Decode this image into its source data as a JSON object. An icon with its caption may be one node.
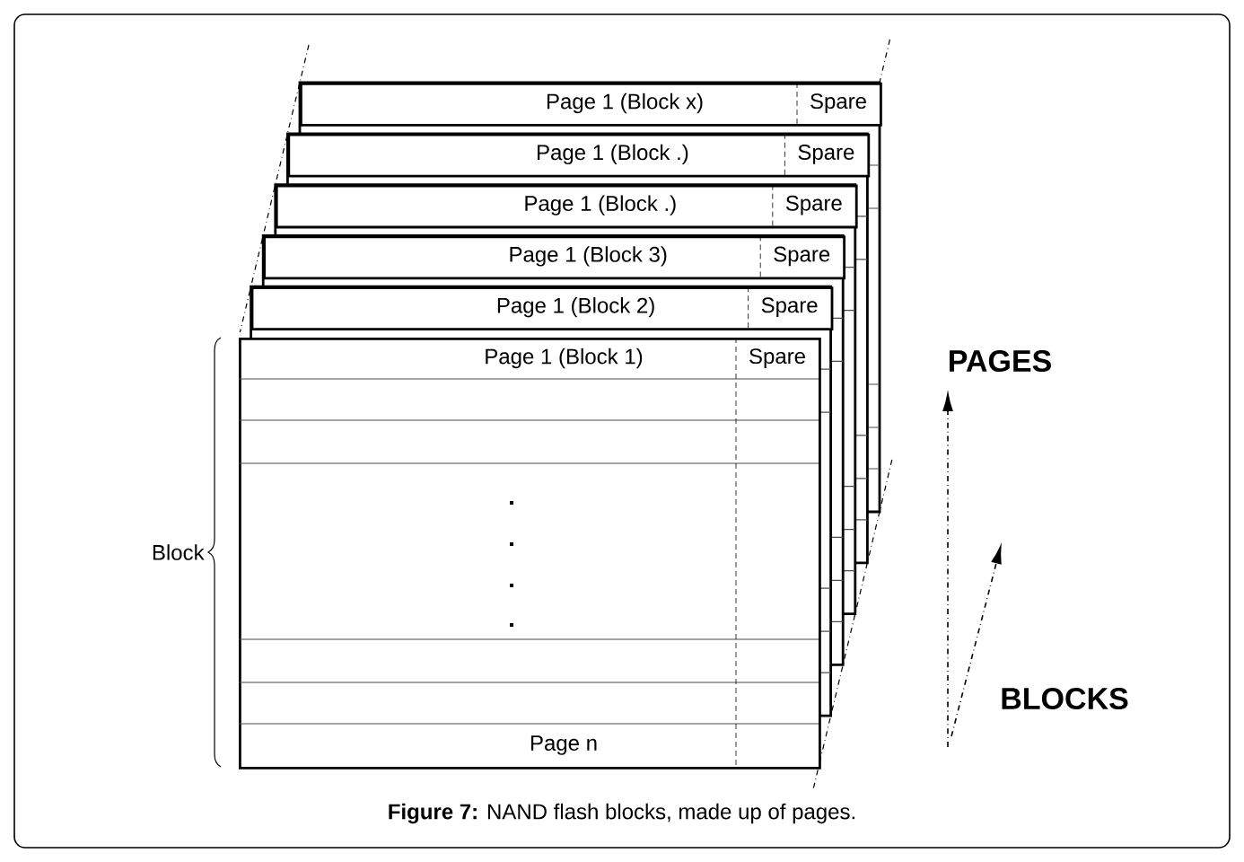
{
  "diagram": {
    "caption": "**Figure 7:** NAND flash blocks, made up of pages.",
    "nodes": [
      {
        "text": [
          "Page 1 (Block x)",
          "Spare"
        ]
      },
      {
        "text": [
          "Page 1 (Block .)",
          "Spare"
        ]
      },
      {
        "text": [
          "Page 1 (Block .)",
          "Spare"
        ]
      },
      {
        "text": [
          "Page 1 (Block 3)",
          "Spare"
        ]
      },
      {
        "text": [
          "Page 1 (Block 2)",
          "Spare"
        ]
      },
      {
        "text": [
          "Page 1 (Block 1)",
          "Spare",
          "Page n"
        ]
      }
    ],
    "labels": [
      "Block",
      "PAGES",
      "BLOCKS"
    ]
  }
}
